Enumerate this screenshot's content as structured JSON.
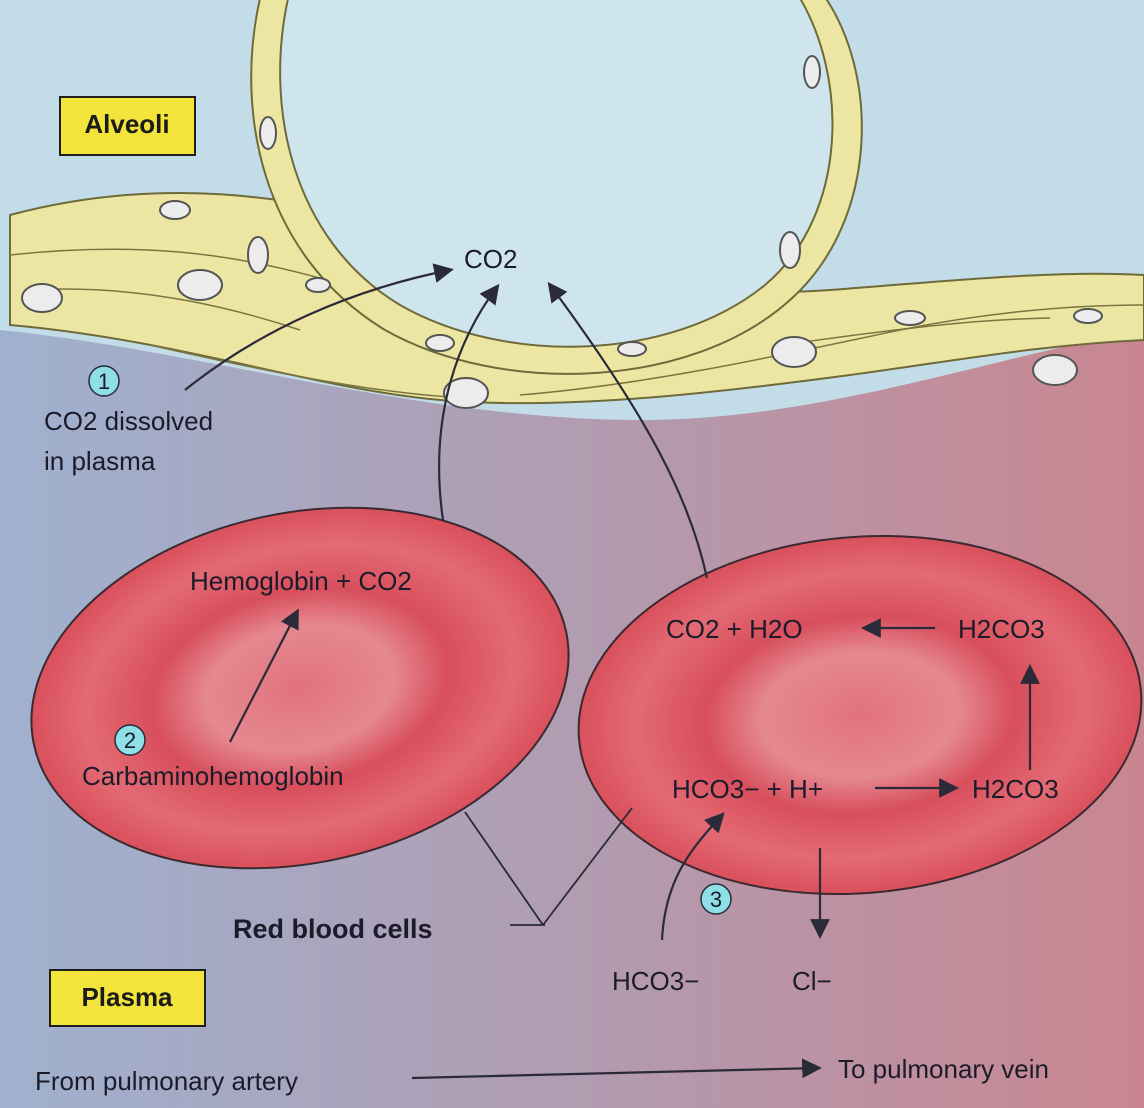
{
  "labels": {
    "alveoli": "Alveoli",
    "plasma": "Plasma",
    "co2_top": "CO2",
    "dissolved_line1": "CO2 dissolved",
    "dissolved_line2": "in plasma",
    "hemo_co2": "Hemoglobin + CO2",
    "carbamino": "Carbaminohemoglobin",
    "co2_h2o": "CO2 + H2O",
    "h2co3_top": "H2CO3",
    "hco3_h": "HCO3− + H+",
    "h2co3_bottom": "H2CO3",
    "hco3_outside": "HCO3−",
    "cl_outside": "Cl−",
    "rbc": "Red blood cells",
    "from_artery": "From pulmonary artery",
    "to_vein": "To pulmonary vein"
  },
  "steps": [
    "1",
    "2",
    "3"
  ],
  "colors": {
    "label_fill": "#f2e43a",
    "step_circle": "#8fe0e6",
    "alveolus": "#cbe6ee",
    "tissue": "#ece6a2",
    "cell": "#d4515b",
    "plasma_left": "#a9b6cf",
    "plasma_right": "#c98690"
  }
}
